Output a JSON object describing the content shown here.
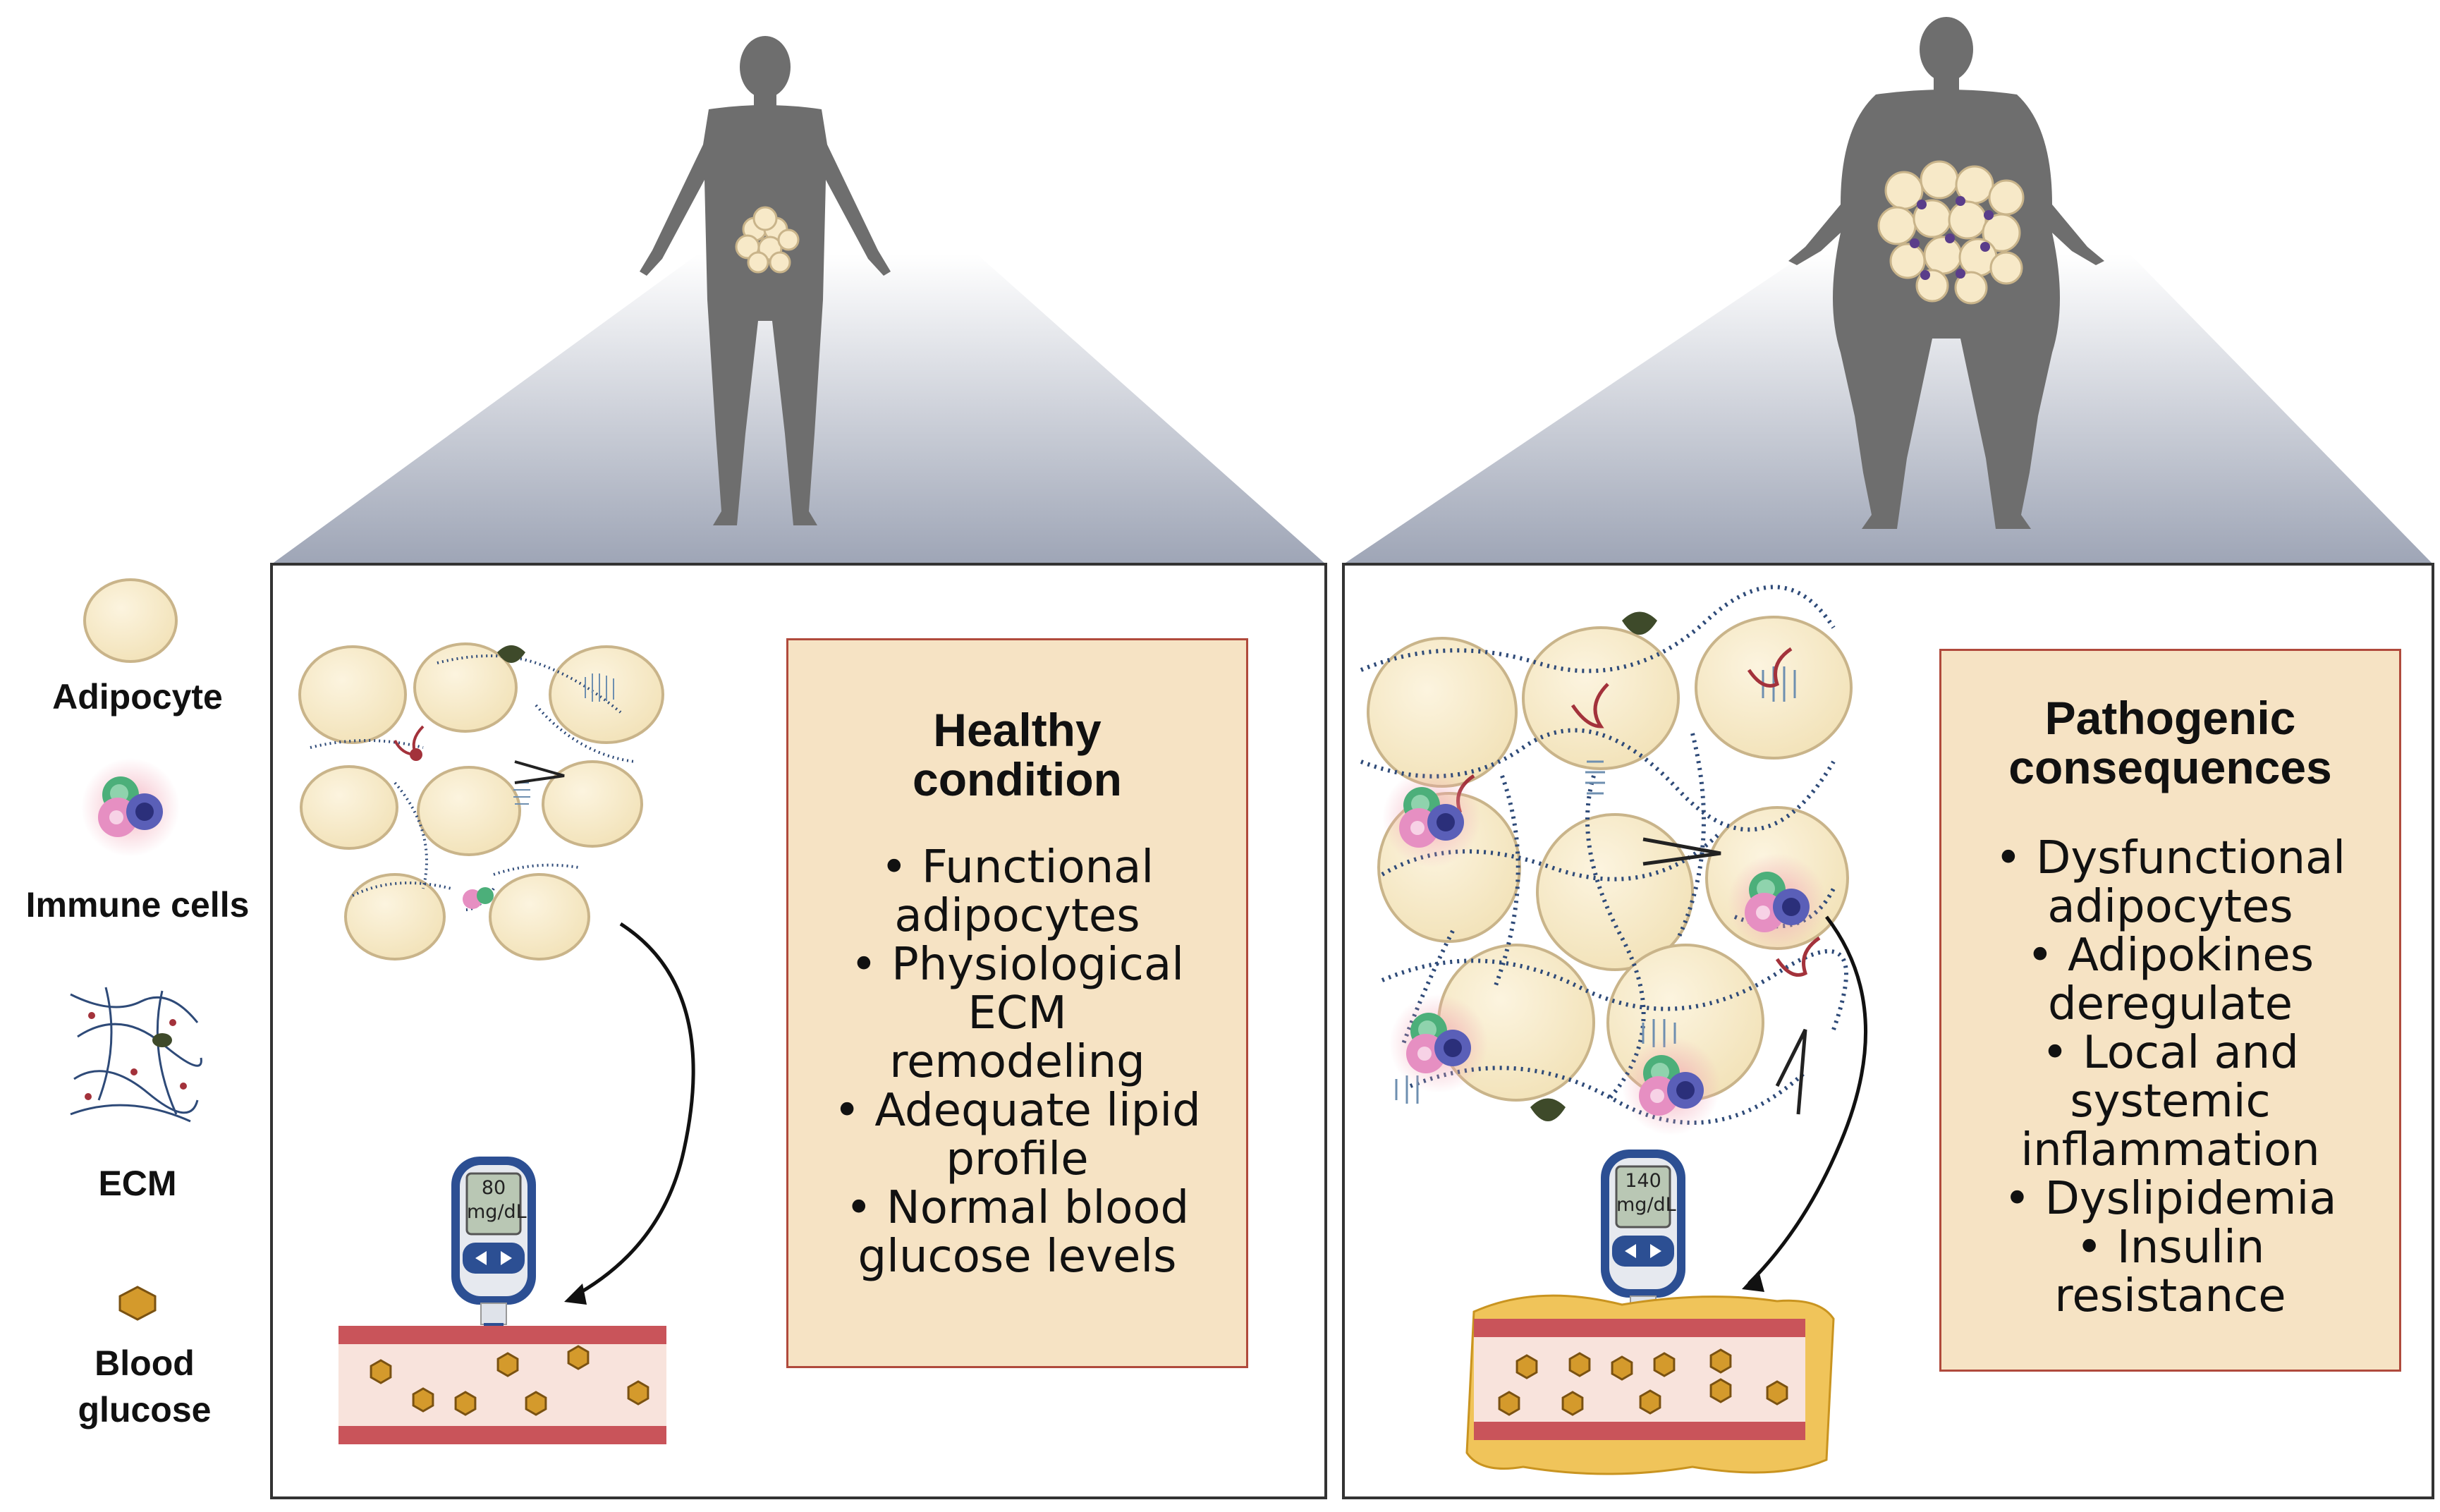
{
  "legend": {
    "adipocyte": "Adipocyte",
    "immune_cells": "Immune cells",
    "ecm": "ECM",
    "blood_glucose_line1": "Blood",
    "blood_glucose_line2": "glucose"
  },
  "healthy": {
    "title_line1": "Healthy",
    "title_line2": "condition",
    "items": [
      "• Functional",
      "adipocytes",
      "• Physiological",
      "ECM",
      "remodeling",
      "• Adequate lipid",
      "profile",
      "• Normal blood",
      "glucose levels"
    ],
    "meter_value": "80",
    "meter_unit": "mg/dL"
  },
  "pathogenic": {
    "title_line1": "Pathogenic",
    "title_line2": "consequences",
    "items": [
      "• Dysfunctional",
      "adipocytes",
      "• Adipokines",
      "deregulate",
      "• Local and",
      "systemic",
      "inflammation",
      "• Dyslipidemia",
      "• Insulin",
      "resistance"
    ],
    "meter_value": "140",
    "meter_unit": "mg/dL"
  },
  "colors": {
    "body_silhouette": "#6e6e6e",
    "adipocyte_fill": "#f7e9c8",
    "adipocyte_stroke": "#c9b48a",
    "box_fill": "#f6e3c4",
    "box_border": "#b04a3c",
    "vessel_wall": "#c9545a",
    "vessel_lumen": "#f8e3dc",
    "glucose": "#d49a2c",
    "plaque": "#f0c45a",
    "ecm_fiber": "#2e4a78",
    "meter_body": "#2c4f93"
  }
}
